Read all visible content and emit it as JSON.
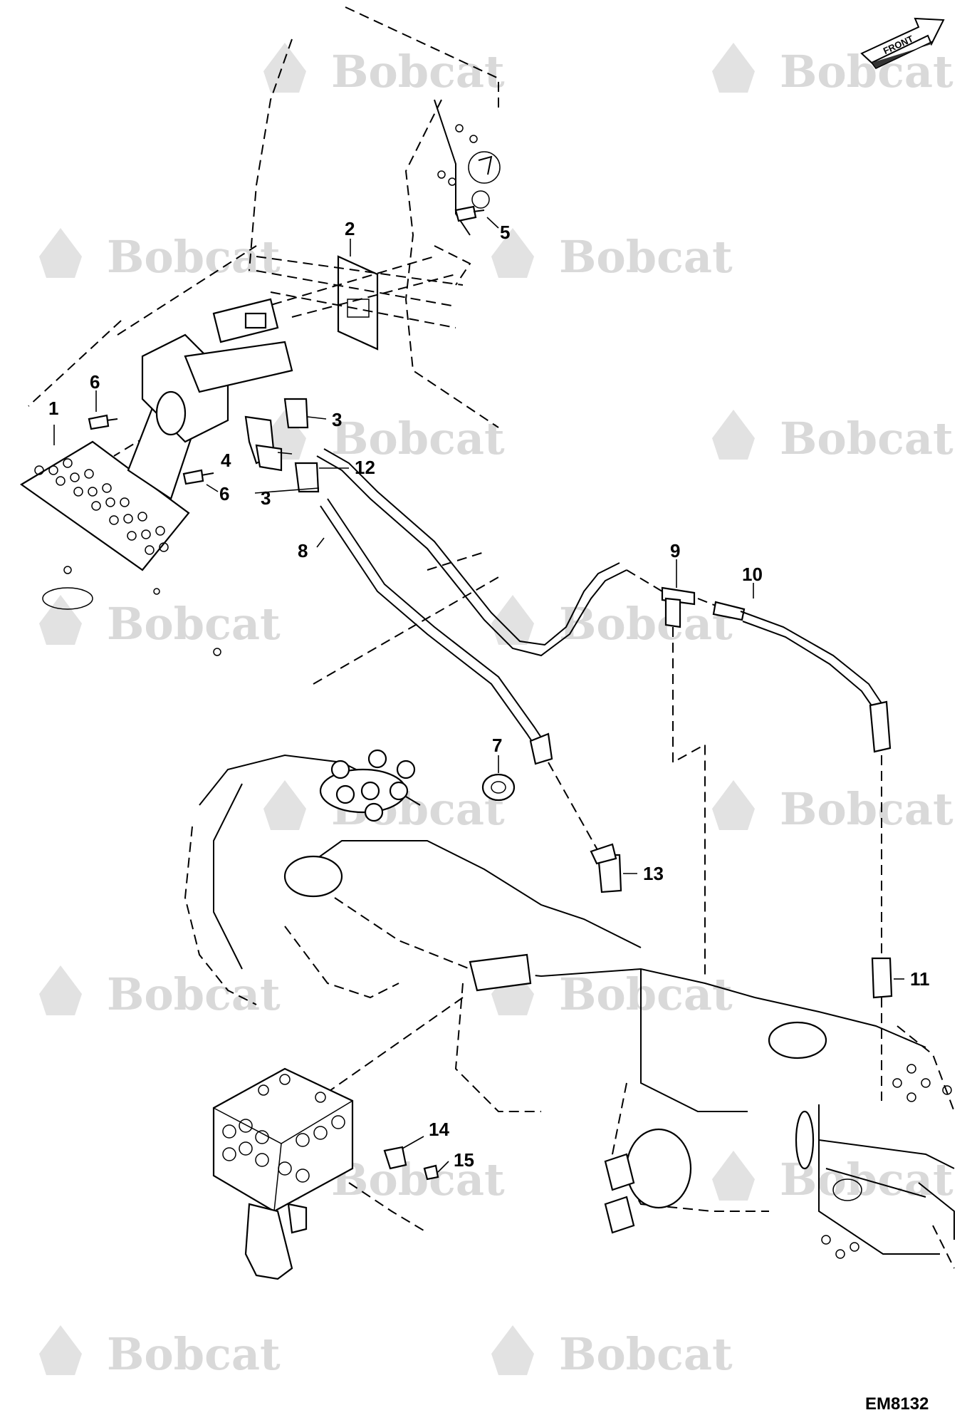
{
  "watermark": {
    "brand": "Bobcat",
    "color": "#d9d9d9"
  },
  "orientation": {
    "label": "FRONT"
  },
  "figure_id": "EM8132",
  "callouts": [
    {
      "id": "1",
      "label": "1"
    },
    {
      "id": "2",
      "label": "2"
    },
    {
      "id": "3a",
      "label": "3"
    },
    {
      "id": "3b",
      "label": "3"
    },
    {
      "id": "4",
      "label": "4"
    },
    {
      "id": "5",
      "label": "5"
    },
    {
      "id": "6a",
      "label": "6"
    },
    {
      "id": "6b",
      "label": "6"
    },
    {
      "id": "7",
      "label": "7"
    },
    {
      "id": "8",
      "label": "8"
    },
    {
      "id": "9",
      "label": "9"
    },
    {
      "id": "10",
      "label": "10"
    },
    {
      "id": "11",
      "label": "11"
    },
    {
      "id": "12",
      "label": "12"
    },
    {
      "id": "13",
      "label": "13"
    },
    {
      "id": "14",
      "label": "14"
    },
    {
      "id": "15",
      "label": "15"
    }
  ]
}
